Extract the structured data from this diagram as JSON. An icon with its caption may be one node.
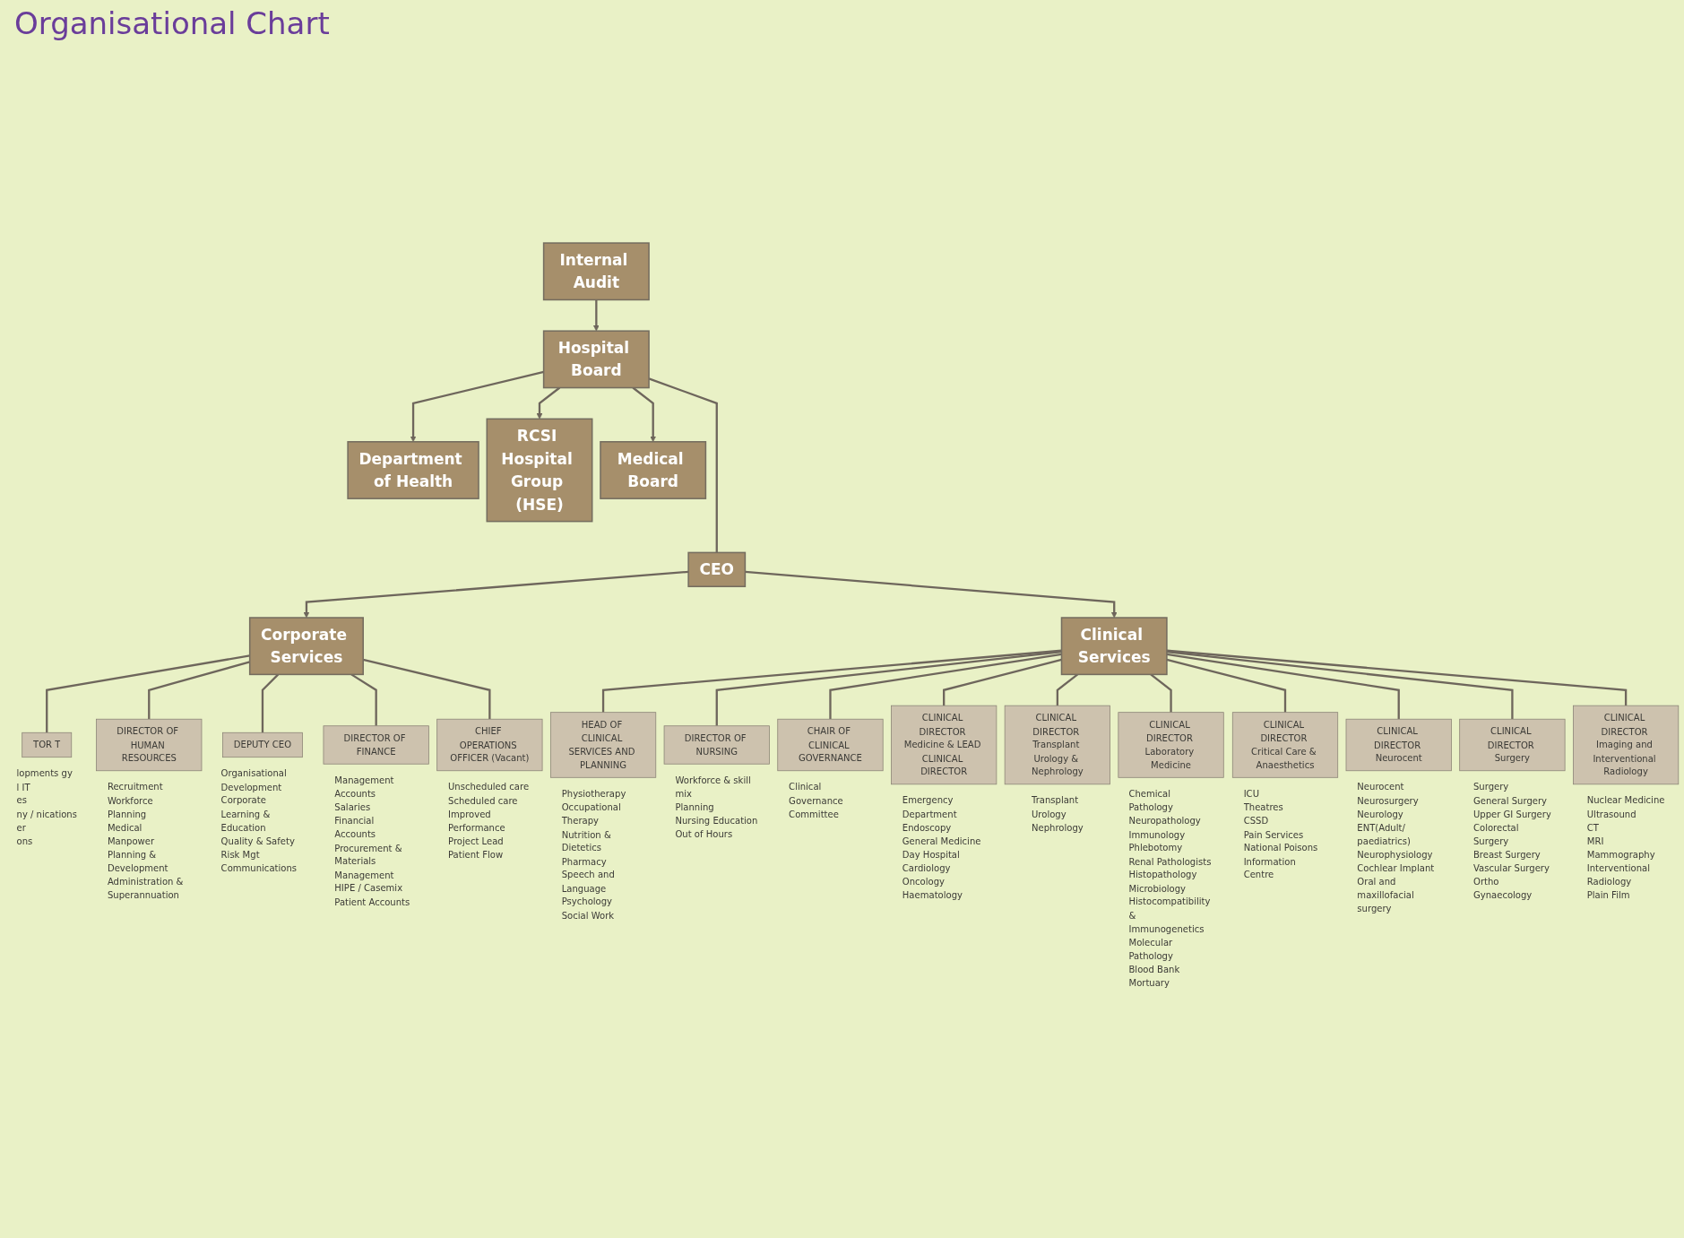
{
  "diagram": {
    "title": "Organisational Chart",
    "nodes": [
      {
        "text": [
          "Hospital Board"
        ]
      },
      {
        "text": [
          "Department of Health"
        ]
      },
      {
        "text": [
          "RCSI Hospital Group (HSE)"
        ]
      },
      {
        "text": [
          "Medical Board"
        ]
      },
      {
        "text": [
          "Internal Audit"
        ]
      },
      {
        "text": [
          "CEO"
        ]
      },
      {
        "text": [
          "Corporate Services"
        ]
      },
      {
        "text": [
          "Clinical Services"
        ]
      },
      {
        "text": [
          "TOR T"
        ],
        "beside": [
          "lopments gy",
          "l IT",
          "es",
          "ny / nications",
          "er",
          "ons"
        ]
      },
      {
        "text": [
          "DIRECTOR OF HUMAN RESOURCES"
        ],
        "beside": [
          "Recruitment",
          "Workforce",
          "Planning",
          "Medical Manpower",
          "Planning & Development",
          "Administration & Superannuation"
        ]
      },
      {
        "text": [
          "DEPUTY CEO"
        ],
        "beside": [
          "Organisational Development",
          "Corporate",
          "Learning & Education",
          "Quality & Safety",
          "Risk Mgt",
          "Communications"
        ]
      },
      {
        "text": [
          "DIRECTOR OF FINANCE"
        ],
        "beside": [
          "Management Accounts",
          "Salaries",
          "Financial Accounts",
          "Procurement & Materials Management",
          "HIPE / Casemix",
          "Patient Accounts"
        ]
      },
      {
        "text": [
          "CHIEF OPERATIONS OFFICER (Vacant)"
        ],
        "beside": [
          "Unscheduled care",
          "Scheduled care",
          "Improved Performance Project Lead",
          "Patient Flow"
        ]
      },
      {
        "text": [
          "HEAD OF CLINICAL SERVICES AND PLANNING"
        ],
        "beside": [
          "Physiotherapy",
          "Occupational Therapy",
          "Nutrition & Dietetics",
          "Pharmacy",
          "Speech and Language",
          "Psychology",
          "Social Work"
        ]
      },
      {
        "text": [
          "DIRECTOR OF NURSING"
        ],
        "beside": [
          "Workforce & skill mix",
          "Planning",
          "Nursing Education",
          "Out of Hours"
        ]
      },
      {
        "text": [
          "CHAIR OF CLINICAL GOVERNANCE"
        ],
        "beside": [
          "Clinical Governance Committee"
        ]
      },
      {
        "text": [
          "CLINICAL DIRECTOR Medicine & LEAD CLINICAL DIRECTOR"
        ],
        "beside": [
          "Emergency Department",
          "Endoscopy",
          "General Medicine",
          "Day Hospital",
          "Cardiology",
          "Oncology",
          "Haematology"
        ]
      },
      {
        "text": [
          "CLINICAL DIRECTOR Transplant Urology & Nephrology"
        ],
        "beside": [
          "Transplant",
          "Urology",
          "Nephrology"
        ]
      },
      {
        "text": [
          "CLINICAL DIRECTOR Laboratory Medicine"
        ],
        "beside": [
          "Chemical Pathology",
          "Neuropathology",
          "Immunology",
          "Phlebotomy",
          "Renal Pathologists",
          "Histopathology",
          "Microbiology",
          "Histocompatibility & Immunogenetics",
          "Molecular Pathology",
          "Blood Bank",
          "Mortuary"
        ]
      },
      {
        "text": [
          "CLINICAL DIRECTOR Critical Care & Anaesthetics"
        ],
        "beside": [
          "ICU",
          "Theatres",
          "CSSD",
          "Pain Services",
          "National Poisons Information Centre"
        ]
      },
      {
        "text": [
          "CLINICAL DIRECTOR Neurocent"
        ],
        "beside": [
          "Neurocent",
          "Neurosurgery",
          "Neurology",
          "ENT(Adult/ paediatrics)",
          "Neurophysiology",
          "Cochlear Implant",
          "Oral and maxillofacial surgery"
        ]
      },
      {
        "text": [
          "CLINICAL DIRECTOR Surgery"
        ],
        "beside": [
          "Surgery",
          "General Surgery",
          "Upper GI Surgery",
          "Colorectal",
          "Surgery",
          "Breast Surgery",
          "Vascular Surgery",
          "Ortho",
          "Gynaecology"
        ]
      },
      {
        "text": [
          "CLINICAL DIRECTOR Imaging and Interventional Radiology"
        ],
        "beside": [
          "Nuclear Medicine",
          "Ultrasound",
          "CT",
          "MRI",
          "Mammography",
          "Interventional",
          "Radiology",
          "Plain Film"
        ]
      }
    ],
    "edges": [
      {
        "from": 4,
        "to": 0,
        "arrow": "to"
      },
      {
        "from": 0,
        "to": 1,
        "arrow": "to"
      },
      {
        "from": 0,
        "to": 2,
        "arrow": "to"
      },
      {
        "from": 0,
        "to": 3,
        "arrow": "to"
      },
      {
        "from": 0,
        "to": 5,
        "arrow": "none"
      },
      {
        "from": 5,
        "to": 6,
        "arrow": "to"
      },
      {
        "from": 5,
        "to": 7,
        "arrow": "to"
      },
      {
        "from": 6,
        "to": 8,
        "arrow": "none"
      },
      {
        "from": 6,
        "to": 9,
        "arrow": "none"
      },
      {
        "from": 6,
        "to": 10,
        "arrow": "none"
      },
      {
        "from": 6,
        "to": 11,
        "arrow": "none"
      },
      {
        "from": 6,
        "to": 12,
        "arrow": "none"
      },
      {
        "from": 7,
        "to": 13,
        "arrow": "none"
      },
      {
        "from": 7,
        "to": 14,
        "arrow": "none"
      },
      {
        "from": 7,
        "to": 15,
        "arrow": "none"
      },
      {
        "from": 7,
        "to": 16,
        "arrow": "none"
      },
      {
        "from": 7,
        "to": 17,
        "arrow": "none"
      },
      {
        "from": 7,
        "to": 18,
        "arrow": "none"
      },
      {
        "from": 7,
        "to": 19,
        "arrow": "none"
      },
      {
        "from": 7,
        "to": 20,
        "arrow": "none"
      },
      {
        "from": 7,
        "to": 21,
        "arrow": "none"
      },
      {
        "from": 7,
        "to": 22,
        "arrow": "none"
      }
    ]
  }
}
